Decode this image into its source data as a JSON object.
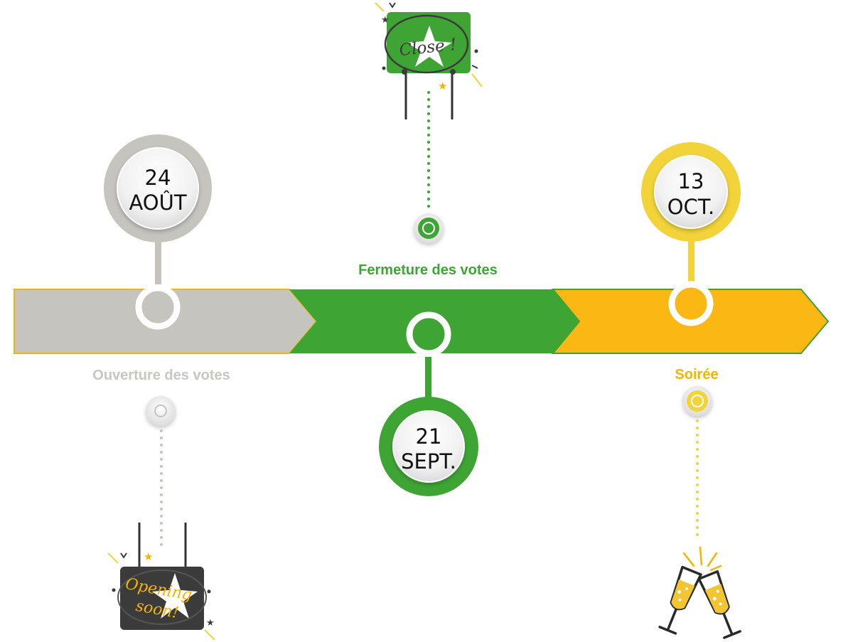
{
  "colors": {
    "grey": "#C6C4BF",
    "green": "#3EA535",
    "yellow": "#FBB713",
    "gold": "#F2D43A",
    "dark": "#3B3B3B",
    "labelGrey": "#C9C7C2",
    "labelYellow": "#F4B400"
  },
  "milestones": [
    {
      "day": "24",
      "month": "AOÛT",
      "label": "Ouverture des votes"
    },
    {
      "day": "21",
      "month": "SEPT.",
      "label": "Fermeture des votes"
    },
    {
      "day": "13",
      "month": "OCT.",
      "label": "Soirée"
    }
  ],
  "signs": {
    "opening": {
      "line1": "Opening",
      "line2": "soon!",
      "icon": "opening-soon-sign-icon"
    },
    "close": {
      "text": "Close !",
      "icon": "close-sign-icon"
    }
  },
  "glasses": {
    "icon": "champagne-glasses-icon"
  }
}
